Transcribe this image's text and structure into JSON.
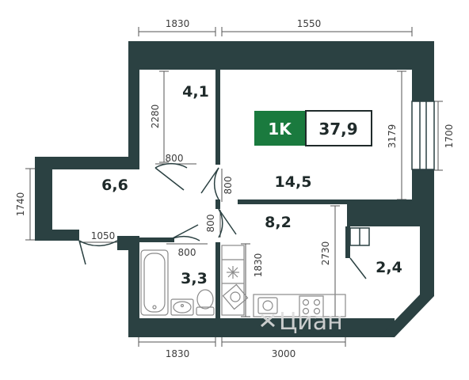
{
  "colors": {
    "wall": "#2b4142",
    "badge_green": "#1a7a3e",
    "dim_line": "#555555",
    "fixture": "#8a8a8a"
  },
  "badge": {
    "type_label": "1K",
    "total_area": "37,9"
  },
  "rooms": {
    "closet": "4,1",
    "hall": "6,6",
    "living_room": "14,5",
    "kitchen": "8,2",
    "bathroom": "3,3",
    "loggia": "2,4"
  },
  "dimensions": {
    "top_left": "1830",
    "top_right": "1550",
    "bottom_left": "1830",
    "bottom_right": "3000",
    "closet_height": "2280",
    "hall_height": "1740",
    "living_height": "3179",
    "window_width": "1700",
    "kitchen_height": "2730",
    "kitchen_depth": "1830",
    "closet_door": "800",
    "living_door": "800",
    "kitchen_door": "800",
    "bath_door": "800",
    "entry_door": "1050"
  },
  "icons": {
    "fridge": "snowflake-icon",
    "sink": "sink-icon",
    "stove": "stove-icon",
    "washer": "washing-machine-icon",
    "bathtub": "bathtub-icon",
    "toilet": "toilet-icon"
  },
  "watermark": "Циан"
}
